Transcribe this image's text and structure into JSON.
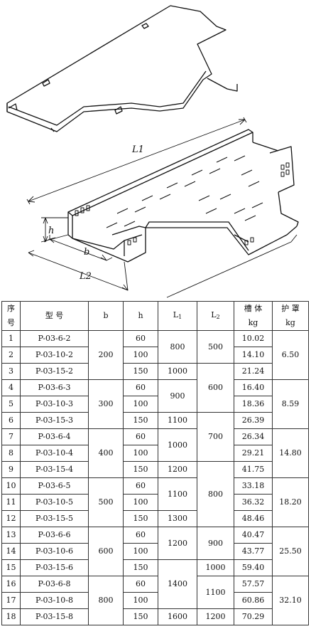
{
  "drawing": {
    "dim_L1": "L1",
    "dim_L2": "L2",
    "dim_h": "h",
    "dim_b": "b"
  },
  "table": {
    "headers": {
      "no": [
        "序",
        "号"
      ],
      "model": "型  号",
      "b": "b",
      "h": "h",
      "L1": {
        "base": "L",
        "sub": "1"
      },
      "L2": {
        "base": "L",
        "sub": "2"
      },
      "trough": [
        "槽 体",
        "kg"
      ],
      "cover": [
        "护 罩",
        "kg"
      ]
    },
    "rows": [
      {
        "no": "1",
        "model": "P-03-6-2",
        "h": "60",
        "trough": "10.02"
      },
      {
        "no": "2",
        "model": "P-03-10-2",
        "h": "100",
        "trough": "14.10"
      },
      {
        "no": "3",
        "model": "P-03-15-2",
        "h": "150",
        "trough": "21.24"
      },
      {
        "no": "4",
        "model": "P-03-6-3",
        "h": "60",
        "trough": "16.40"
      },
      {
        "no": "5",
        "model": "P-03-10-3",
        "h": "100",
        "trough": "18.36"
      },
      {
        "no": "6",
        "model": "P-03-15-3",
        "h": "150",
        "trough": "26.39"
      },
      {
        "no": "7",
        "model": "P-03-6-4",
        "h": "60",
        "trough": "26.34"
      },
      {
        "no": "8",
        "model": "P-03-10-4",
        "h": "100",
        "trough": "29.21"
      },
      {
        "no": "9",
        "model": "P-03-15-4",
        "h": "150",
        "trough": "41.75"
      },
      {
        "no": "10",
        "model": "P-03-6-5",
        "h": "60",
        "trough": "33.18"
      },
      {
        "no": "11",
        "model": "P-03-10-5",
        "h": "100",
        "trough": "36.32"
      },
      {
        "no": "12",
        "model": "P-03-15-5",
        "h": "150",
        "trough": "48.46"
      },
      {
        "no": "13",
        "model": "P-03-6-6",
        "h": "60",
        "trough": "40.47"
      },
      {
        "no": "14",
        "model": "P-03-10-6",
        "h": "100",
        "trough": "43.77"
      },
      {
        "no": "15",
        "model": "P-03-15-6",
        "h": "150",
        "trough": "59.40"
      },
      {
        "no": "16",
        "model": "P-03-6-8",
        "h": "60",
        "trough": "57.57"
      },
      {
        "no": "17",
        "model": "P-03-10-8",
        "h": "100",
        "trough": "60.86"
      },
      {
        "no": "18",
        "model": "P-03-15-8",
        "h": "150",
        "trough": "70.29"
      }
    ],
    "b_groups": [
      "200",
      "300",
      "400",
      "500",
      "600",
      "800"
    ],
    "L1_groups": [
      "800",
      "1000",
      "900",
      "1100",
      "1000",
      "1200",
      "1100",
      "1300",
      "1200",
      "1400",
      "1600"
    ],
    "L2_groups": [
      "500",
      "600",
      "700",
      "800",
      "900",
      "1000",
      "1100",
      "1200"
    ],
    "cover_groups": [
      "6.50",
      "8.59",
      "14.80",
      "18.20",
      "25.50",
      "32.10"
    ]
  }
}
